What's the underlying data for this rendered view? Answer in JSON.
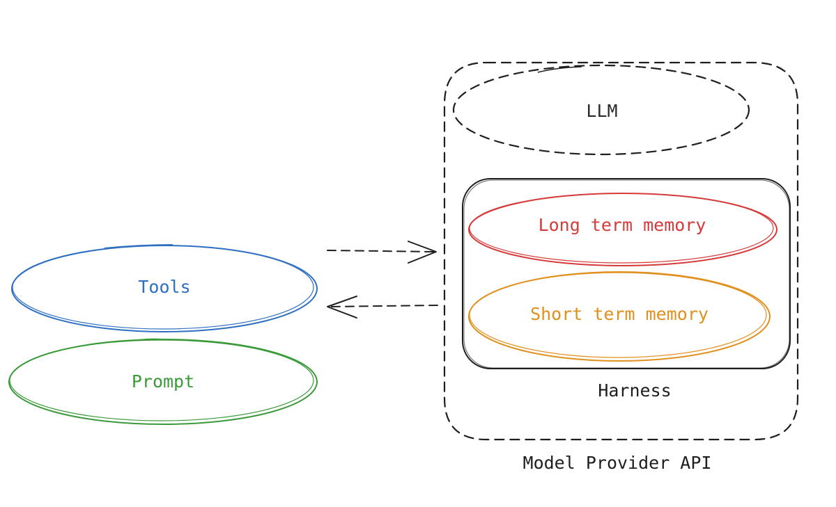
{
  "diagram": {
    "nodes": {
      "tools": {
        "label": "Tools",
        "color": "#2f6fc2"
      },
      "prompt": {
        "label": "Prompt",
        "color": "#3a9a3a"
      },
      "llm": {
        "label": "LLM",
        "color": "#2b2b2b"
      },
      "long_term_memory": {
        "label": "Long term memory",
        "color": "#d63a3a"
      },
      "short_term_memory": {
        "label": "Short term memory",
        "color": "#e0901e"
      }
    },
    "groups": {
      "harness": {
        "label": "Harness",
        "color": "#1e1e1e"
      },
      "model_provider_api": {
        "label": "Model Provider API",
        "color": "#1e1e1e"
      }
    },
    "edges": [
      {
        "from": "tools",
        "to": "model_provider_api",
        "style": "dashed"
      },
      {
        "from": "model_provider_api",
        "to": "tools",
        "style": "dashed"
      }
    ]
  }
}
